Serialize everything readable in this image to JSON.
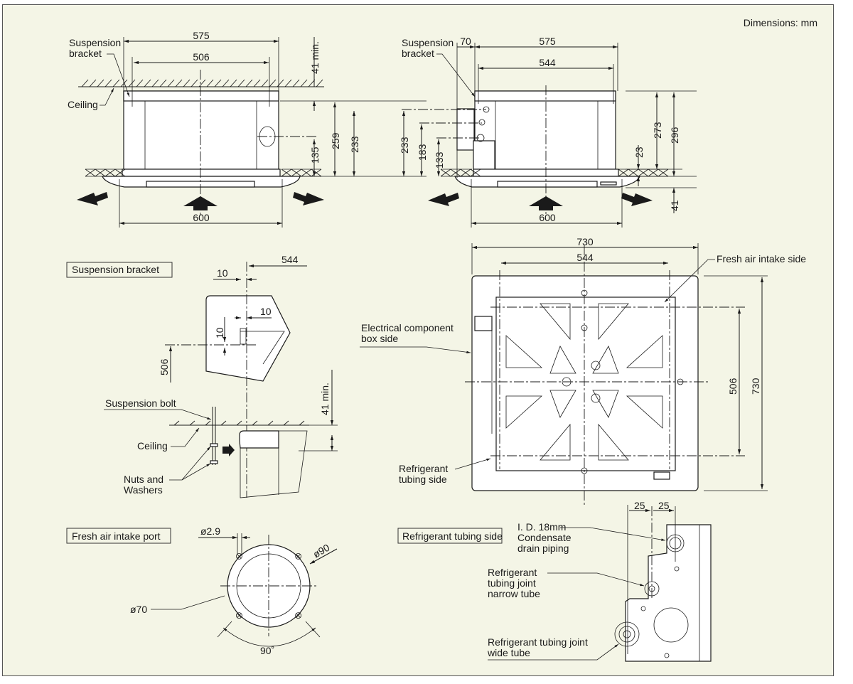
{
  "units_note": "Dimensions: mm",
  "front_view": {
    "labels": {
      "suspension_bracket": "Suspension\nbracket",
      "suspension_bracket_l1": "Suspension",
      "suspension_bracket_l2": "bracket",
      "ceiling": "Ceiling"
    },
    "dims": {
      "overall_width": "575",
      "bracket_pitch": "506",
      "panel_width": "600",
      "ceiling_clearance": "41 min.",
      "fresh_air_height": "135",
      "body_height": "259",
      "port_height": "233"
    }
  },
  "side_view": {
    "labels": {
      "suspension_bracket_l1": "Suspension",
      "suspension_bracket_l2": "bracket"
    },
    "dims": {
      "box_offset": "70",
      "overall_width": "575",
      "bracket_pitch": "544",
      "panel_width": "600",
      "drain_height": "233",
      "narrow_height": "183",
      "wide_height": "133",
      "panel_recess": "23",
      "body_height": "273",
      "total_height": "296",
      "panel_thickness": "41"
    }
  },
  "suspension_bracket_detail": {
    "title": "Suspension bracket",
    "dims": {
      "pitch_544": "544",
      "slot_10a": "10",
      "slot_10b": "10",
      "slot_10c": "10",
      "pitch_506": "506",
      "ceiling_clearance": "41 min."
    },
    "labels": {
      "suspension_bolt": "Suspension bolt",
      "ceiling": "Ceiling",
      "nuts_l1": "Nuts and",
      "nuts_l2": "Washers"
    }
  },
  "plan_view": {
    "dims": {
      "panel_width": "730",
      "bracket_pitch_w": "544",
      "bracket_pitch_h": "506",
      "panel_height": "730"
    },
    "labels": {
      "fresh_air": "Fresh air intake side",
      "elec_l1": "Electrical component",
      "elec_l2": "box side",
      "refrig_l1": "Refrigerant",
      "refrig_l2": "tubing side"
    }
  },
  "fresh_air_port": {
    "title": "Fresh air intake port",
    "dims": {
      "hole": "ø2.9",
      "outer": "ø90",
      "inner": "ø70",
      "angle": "90˚"
    }
  },
  "refrigerant_side": {
    "title": "Refrigerant tubing side",
    "dims": {
      "pitch_a": "25",
      "pitch_b": "25"
    },
    "labels": {
      "drain_l1": "I. D. 18mm",
      "drain_l2": "Condensate",
      "drain_l3": "drain piping",
      "narrow_l1": "Refrigerant",
      "narrow_l2": "tubing joint",
      "narrow_l3": "narrow tube",
      "wide_l1": "Refrigerant tubing joint",
      "wide_l2": "wide tube"
    }
  }
}
